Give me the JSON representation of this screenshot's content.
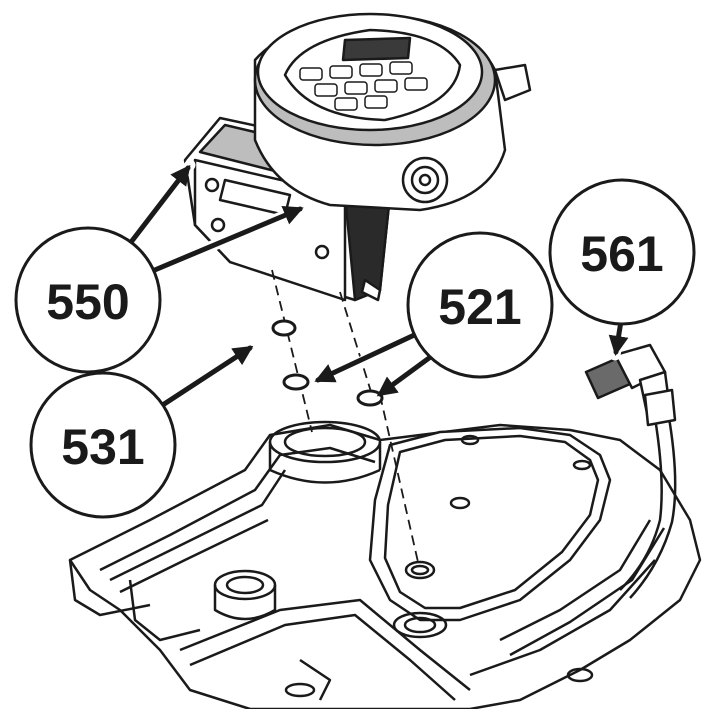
{
  "diagram": {
    "callouts": [
      {
        "id": "550",
        "label": "550"
      },
      {
        "id": "531",
        "label": "531"
      },
      {
        "id": "521",
        "label": "521"
      },
      {
        "id": "561",
        "label": "561"
      }
    ],
    "colors": {
      "background": "#ffffff",
      "line": "#1a1a1a",
      "dark_fill": "#2a2a2a",
      "mid_fill": "#8a8a8a",
      "light_fill": "#d8d8d8",
      "callout_fill": "#ffffff"
    }
  }
}
